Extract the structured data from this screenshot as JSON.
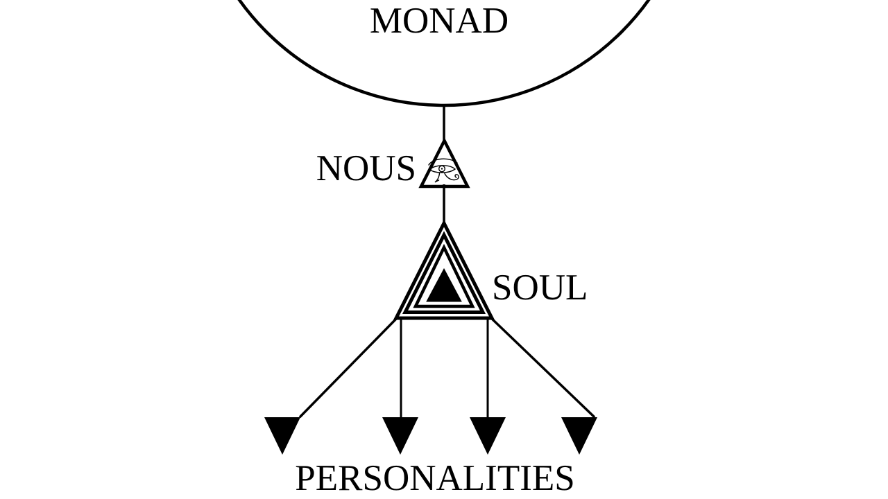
{
  "diagram": {
    "type": "hierarchy-emanation-diagram",
    "background_color": "#ffffff",
    "ink_color": "#000000",
    "nodes": {
      "monad": {
        "label": "MONAD",
        "shape": "large-circle-cropped-at-top"
      },
      "nous": {
        "label": "NOUS",
        "shape": "small-outlined-triangle",
        "icon": "eye-of-horus-icon"
      },
      "soul": {
        "label": "SOUL",
        "shape": "nested-concentric-triangles",
        "nesting_levels": 4,
        "innermost": "solid-black-triangle"
      },
      "personalities": {
        "label": "PERSONALITIES",
        "shape": "solid-downward-triangles",
        "count": 4
      }
    },
    "edges": [
      {
        "from": "monad",
        "to": "nous",
        "style": "vertical-line"
      },
      {
        "from": "nous",
        "to": "soul",
        "style": "vertical-line"
      },
      {
        "from": "soul",
        "to": "personality-1",
        "style": "diagonal-line"
      },
      {
        "from": "soul",
        "to": "personality-2",
        "style": "vertical-line"
      },
      {
        "from": "soul",
        "to": "personality-3",
        "style": "vertical-line"
      },
      {
        "from": "soul",
        "to": "personality-4",
        "style": "diagonal-line"
      }
    ]
  }
}
